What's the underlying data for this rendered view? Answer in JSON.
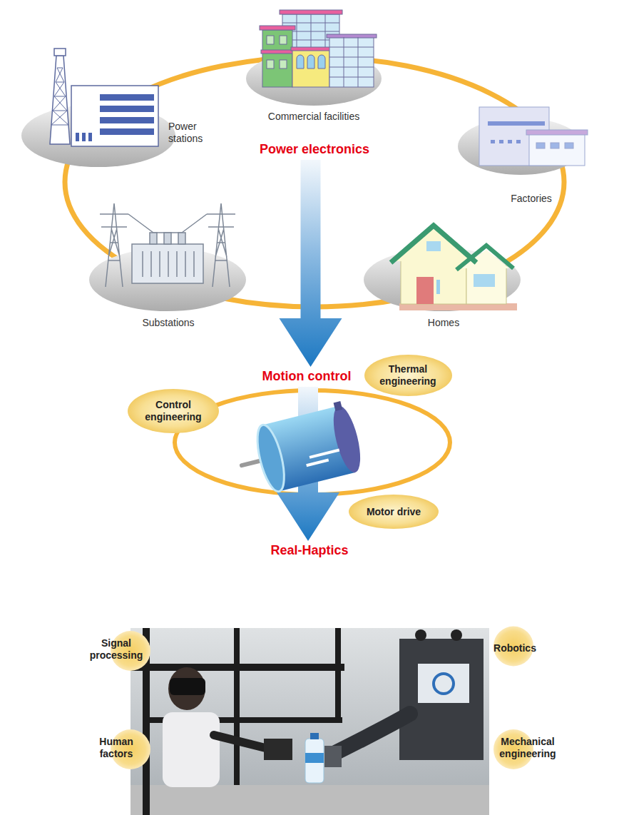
{
  "diagram": {
    "nodes": [
      {
        "text": [
          "Power stations"
        ]
      },
      {
        "text": [
          "Commercial facilities"
        ]
      },
      {
        "text": [
          "Factories"
        ]
      },
      {
        "text": [
          "Power electronics"
        ]
      },
      {
        "text": [
          "Substations"
        ]
      },
      {
        "text": [
          "Homes"
        ]
      },
      {
        "text": [
          "Motion control"
        ]
      },
      {
        "text": [
          "Thermal engineering"
        ]
      },
      {
        "text": [
          "Control engineering"
        ]
      },
      {
        "text": [
          "Motor drive"
        ]
      },
      {
        "text": [
          "Real-Haptics"
        ]
      },
      {
        "text": [
          "Signal processing"
        ]
      },
      {
        "text": [
          "Robotics"
        ]
      },
      {
        "text": [
          "Human factors"
        ]
      },
      {
        "text": [
          "Mechanical engineering"
        ]
      }
    ],
    "edges": [
      {
        "from": 3,
        "to": 6,
        "arrow": "to"
      },
      {
        "from": 6,
        "to": 10,
        "arrow": "to"
      }
    ]
  }
}
